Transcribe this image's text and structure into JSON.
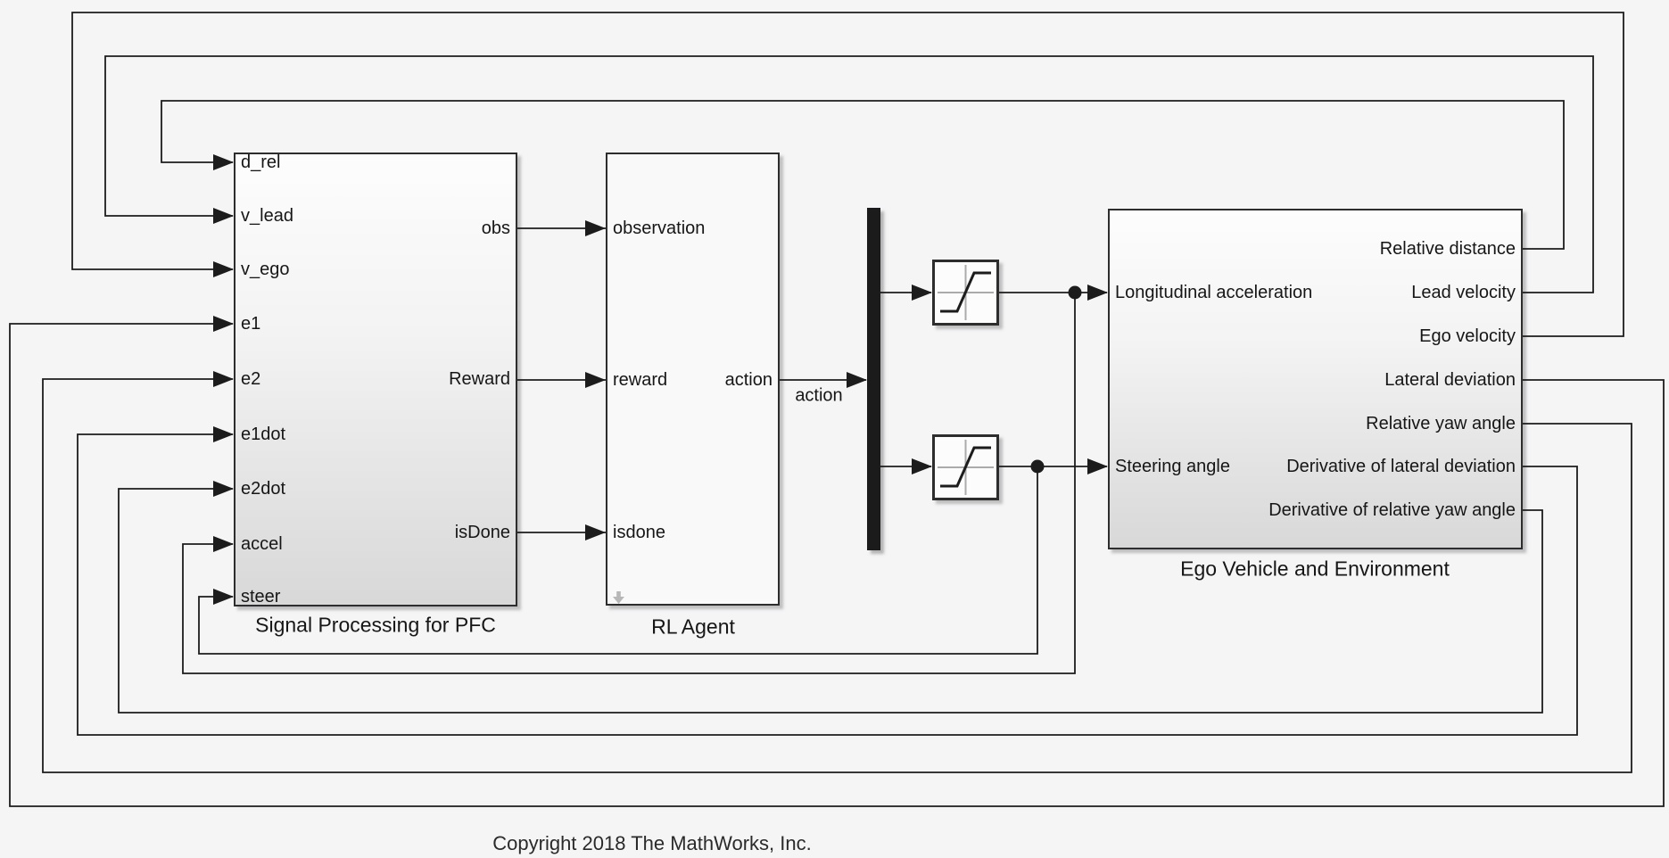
{
  "canvas": {
    "background": "#f5f5f6",
    "wire_color": "#1c1c1c",
    "text_color": "#161616"
  },
  "blocks": {
    "signal_processing": {
      "label": "Signal Processing for PFC",
      "inputs": [
        "d_rel",
        "v_lead",
        "v_ego",
        "e1",
        "e2",
        "e1dot",
        "e2dot",
        "accel",
        "steer"
      ],
      "outputs": [
        "obs",
        "Reward",
        "isDone"
      ]
    },
    "rl_agent": {
      "label": "RL Agent",
      "inputs": [
        "observation",
        "reward",
        "isdone"
      ],
      "outputs": [
        "action"
      ]
    },
    "ego_vehicle": {
      "label": "Ego Vehicle and Environment",
      "inputs": [
        "Longitudinal acceleration",
        "Steering angle"
      ],
      "outputs": [
        "Relative distance",
        "Lead velocity",
        "Ego velocity",
        "Lateral deviation",
        "Relative yaw angle",
        "Derivative of lateral deviation",
        "Derivative of relative yaw angle"
      ]
    },
    "saturation_upper": {
      "icon": "saturation-icon"
    },
    "saturation_lower": {
      "icon": "saturation-icon"
    },
    "demux": {
      "icon": "demux-bar"
    }
  },
  "wire_labels": {
    "action": "action"
  },
  "footer": {
    "copyright": "Copyright 2018 The MathWorks, Inc."
  }
}
